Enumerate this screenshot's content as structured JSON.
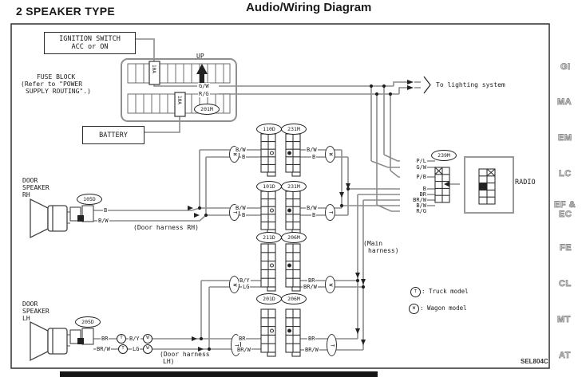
{
  "header": {
    "section": "2 SPEAKER TYPE",
    "title": "Audio/Wiring Diagram"
  },
  "components": {
    "ignition": {
      "line1": "IGNITION SWITCH",
      "line2": "ACC or ON"
    },
    "fuse_block": {
      "name": "FUSE BLOCK",
      "ref1": "(Refer to \"POWER",
      "ref2": "SUPPLY ROUTING\".)",
      "fuse_acc": "10A",
      "fuse_batt": "10A",
      "connector": "201M"
    },
    "battery": {
      "label": "BATTERY"
    },
    "radio": {
      "label": "RADIO",
      "connector": "239M"
    },
    "speaker_rh": {
      "line1": "DOOR",
      "line2": "SPEAKER",
      "line3": "RH",
      "connector": "105D",
      "wire_top": "B",
      "wire_bottom": "B/W"
    },
    "speaker_lh": {
      "line1": "DOOR",
      "line2": "SPEAKER",
      "line3": "LH",
      "connector": "205D",
      "wire1_truck": "BR",
      "wire1_wagon": "B/Y",
      "wire2_truck": "BR/W",
      "wire2_wagon": "LG",
      "sym_truck": "T",
      "sym_wagon": "W"
    }
  },
  "rows": {
    "r1": {
      "door_connector": "110D",
      "main_connector": "231M",
      "left_top": "B/W",
      "left_bottom": "B",
      "right_top": "B/W",
      "right_bottom": "B",
      "marker_left": "W",
      "marker_right": "W"
    },
    "r2": {
      "door_connector": "101D",
      "main_connector": "231M",
      "left_top": "B/W",
      "left_bottom": "B",
      "right_top": "B/W",
      "right_bottom": "B",
      "marker_left": "T",
      "marker_right": "T"
    },
    "r3": {
      "door_connector": "211D",
      "main_connector": "206M",
      "left_top": "B/Y",
      "left_bottom": "LG",
      "right_top": "BR",
      "right_bottom": "BR/W",
      "marker_left": "W",
      "marker_right": "W"
    },
    "r4": {
      "door_connector": "201D",
      "main_connector": "206M",
      "left_top": "BR",
      "left_bottom": "BR/W",
      "right_top": "BR",
      "right_bottom": "BR/W",
      "marker_left": "T",
      "marker_right": "T"
    }
  },
  "power": {
    "wire_acc": "G/W",
    "wire_batt": "R/G",
    "up": "UP",
    "lighting": "To lighting system"
  },
  "radio_wires": [
    "P/L",
    "G/W",
    "P/B",
    "B",
    "BR",
    "BR/W",
    "B/W",
    "R/G"
  ],
  "harness": {
    "rh": "(Door harness RH)",
    "lh1": "(Door harness",
    "lh2": "LH)",
    "main1": "(Main",
    "main2": "harness)"
  },
  "legend": {
    "truck_sym": "T",
    "truck": ": Truck model",
    "wagon_sym": "W",
    "wagon": ": Wagon model"
  },
  "tabs": [
    "GI",
    "MA",
    "EM",
    "LC",
    "EF &",
    "EC",
    "FE",
    "CL",
    "MT",
    "AT"
  ],
  "footer": {
    "code": "SEL804C"
  },
  "colors": {
    "ink": "#1a1a1a",
    "wire": "#8c8c8c",
    "component": "#8f8f8f",
    "tab_outline": "#8f8f8f"
  }
}
